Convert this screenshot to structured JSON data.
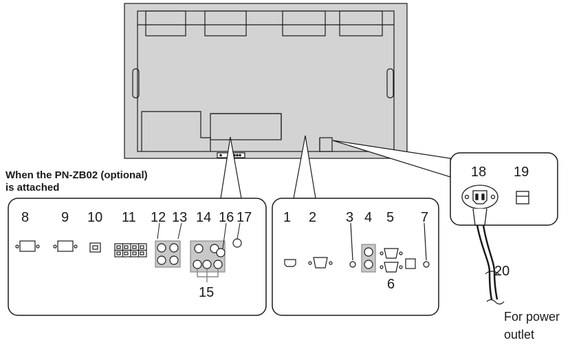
{
  "caption": {
    "line1": "When the PN-ZB02 (optional)",
    "line2": "is attached"
  },
  "power_note": {
    "line1": "For power",
    "line2": "outlet"
  },
  "callouts": {
    "c1": "1",
    "c2": "2",
    "c3": "3",
    "c4": "4",
    "c5": "5",
    "c6": "6",
    "c7": "7",
    "c8": "8",
    "c9": "9",
    "c10": "10",
    "c11": "11",
    "c12": "12",
    "c13": "13",
    "c14": "14",
    "c15": "15",
    "c16": "16",
    "c17": "17",
    "c18": "18",
    "c19": "19",
    "c20": "20"
  },
  "colors": {
    "monitor_back": "#d3d3d3",
    "outline": "#1a1a1a",
    "bracket": "#8a8a8a"
  }
}
